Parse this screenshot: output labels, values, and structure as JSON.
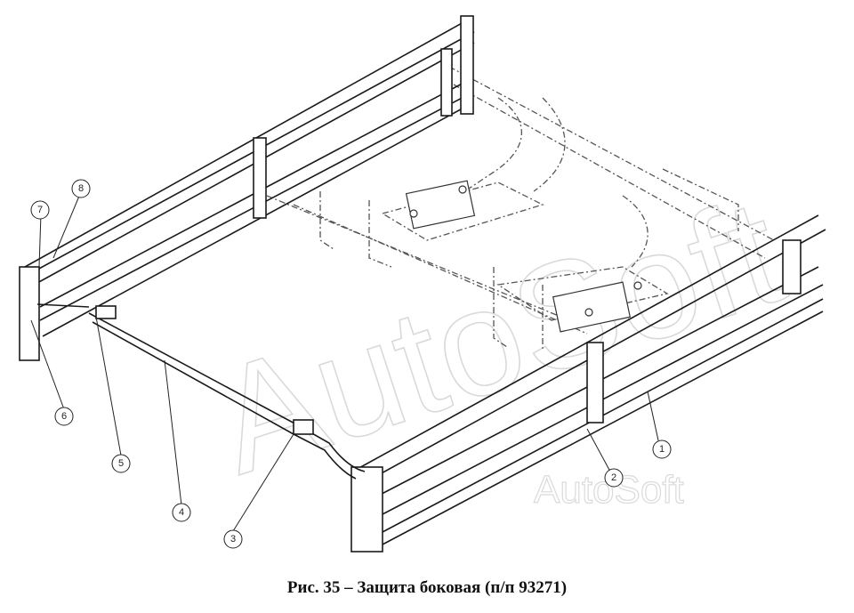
{
  "caption": "Рис. 35 – Защита боковая (п/п 93271)",
  "watermark": {
    "large": "AutoSoft",
    "small": "AutoSoft"
  },
  "callouts": [
    "1",
    "2",
    "3",
    "4",
    "5",
    "6",
    "7",
    "8"
  ],
  "colors": {
    "line": "#1a1a1a",
    "dash": "#555555",
    "watermark": "#d9d9d9"
  }
}
